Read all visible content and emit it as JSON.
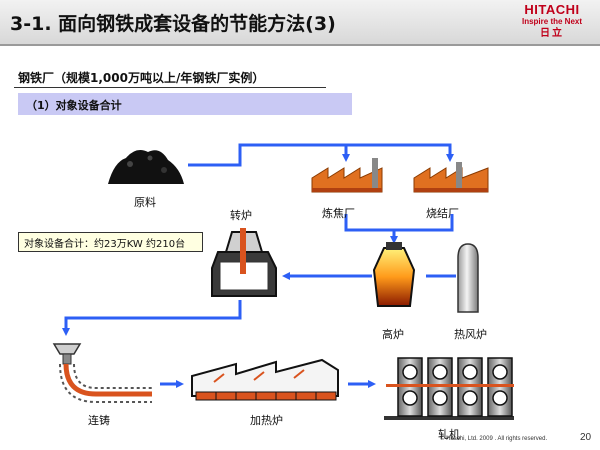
{
  "header": {
    "title": "3-1. 面向钢铁成套设备的节能方法(3)",
    "logo_main": "HITACHI",
    "logo_sub": "Inspire the Next",
    "logo_jp": "日立"
  },
  "subtitle": "钢铁厂（规模1,000万吨以上/年钢铁厂实例）",
  "section": "（1）对象设备合计",
  "summary": "对象设备合计：约23万KW 约210台",
  "nodes": {
    "raw_material": "原料",
    "converter": "转炉",
    "coke_plant": "炼焦厂",
    "sinter_plant": "烧结厂",
    "blast_furnace": "高炉",
    "hot_stove": "热风炉",
    "caster": "连铸",
    "reheat_furnace": "加热炉",
    "rolling_mill": "轧机"
  },
  "footer": {
    "copyright": "© Hitachi, Ltd. 2009 . All rights reserved.",
    "page": "20"
  },
  "colors": {
    "arrow": "#2d5ff5",
    "brick": "#d9531e",
    "hitachi_red": "#c0001a"
  }
}
